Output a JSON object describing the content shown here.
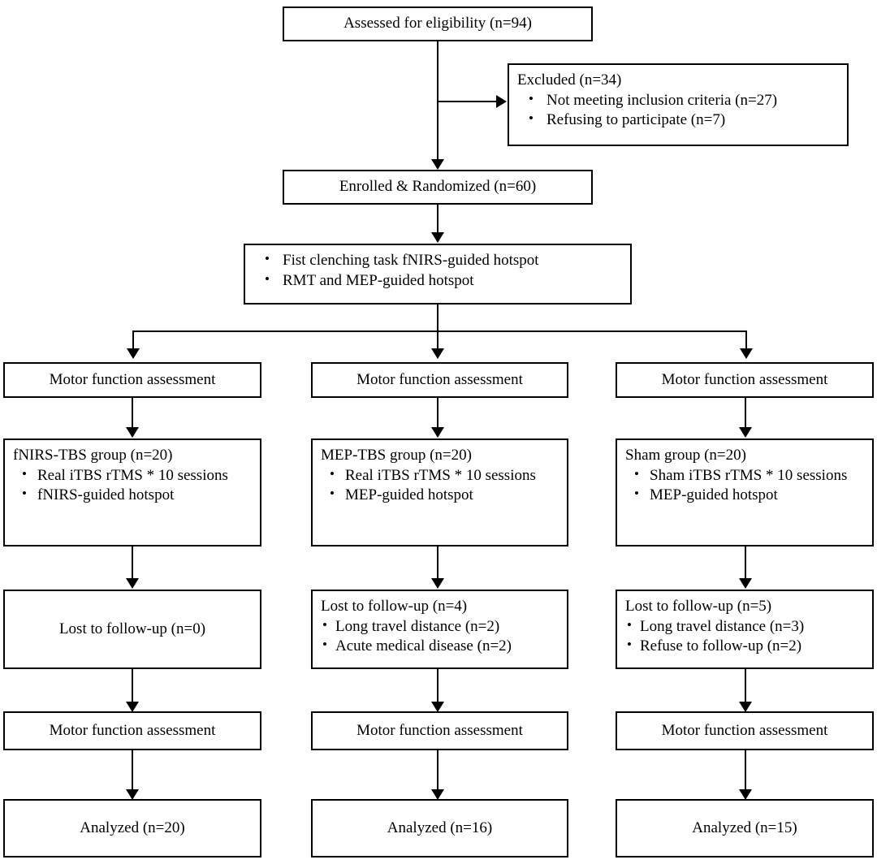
{
  "diagram": {
    "type": "consort-flow-diagram",
    "nodes": {
      "assessed": {
        "label": "Assessed for eligibility (n=94)"
      },
      "excluded": {
        "header": "Excluded  (n=34)",
        "items": [
          "Not meeting inclusion criteria (n=27)",
          "Refusing to participate (n=7)"
        ]
      },
      "enrolled": {
        "label": "Enrolled & Randomized (n=60)"
      },
      "tasks": {
        "items": [
          "Fist clenching task fNIRS-guided hotspot",
          "RMT and MEP-guided hotspot"
        ]
      }
    },
    "arms": [
      {
        "pre_assessment": "Motor function assessment",
        "group_header": "fNIRS-TBS group (n=20)",
        "group_items": [
          "Real iTBS rTMS * 10 sessions",
          "fNIRS-guided hotspot"
        ],
        "lost_header": "Lost to follow-up (n=0)",
        "lost_items": [],
        "post_assessment": "Motor function assessment",
        "analyzed": "Analyzed (n=20)"
      },
      {
        "pre_assessment": "Motor function assessment",
        "group_header": "MEP-TBS group (n=20)",
        "group_items": [
          "Real iTBS rTMS * 10 sessions",
          "MEP-guided hotspot"
        ],
        "lost_header": "Lost to follow-up (n=4)",
        "lost_items": [
          "Long travel distance (n=2)",
          "Acute medical disease (n=2)"
        ],
        "post_assessment": "Motor function assessment",
        "analyzed": "Analyzed (n=16)"
      },
      {
        "pre_assessment": "Motor function assessment",
        "group_header": "Sham group (n=20)",
        "group_items": [
          "Sham iTBS rTMS * 10 sessions",
          "MEP-guided hotspot"
        ],
        "lost_header": "Lost to follow-up (n=5)",
        "lost_items": [
          "Long travel distance (n=3)",
          "Refuse to follow-up (n=2)"
        ],
        "post_assessment": "Motor function assessment",
        "analyzed": "Analyzed (n=15)"
      }
    ],
    "colors": {
      "stroke": "#000000",
      "background": "#ffffff",
      "text": "#000000"
    }
  }
}
